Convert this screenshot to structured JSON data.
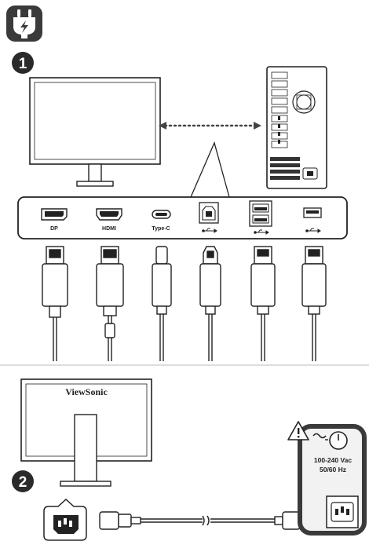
{
  "steps": {
    "one": "1",
    "two": "2"
  },
  "ports": {
    "dp": "DP",
    "hdmi": "HDMI",
    "typec": "Type-C"
  },
  "monitor": {
    "brand": "ViewSonic"
  },
  "power": {
    "voltage": "100-240 Vac",
    "frequency": "50/60 Hz"
  },
  "icons": [
    "power-plug-icon",
    "warning-icon",
    "ac-wave-icon",
    "usb-symbol-icon"
  ],
  "colors": {
    "ink": "#222222",
    "badge": "#3a3a3a",
    "panel": "#f2f2f2"
  }
}
